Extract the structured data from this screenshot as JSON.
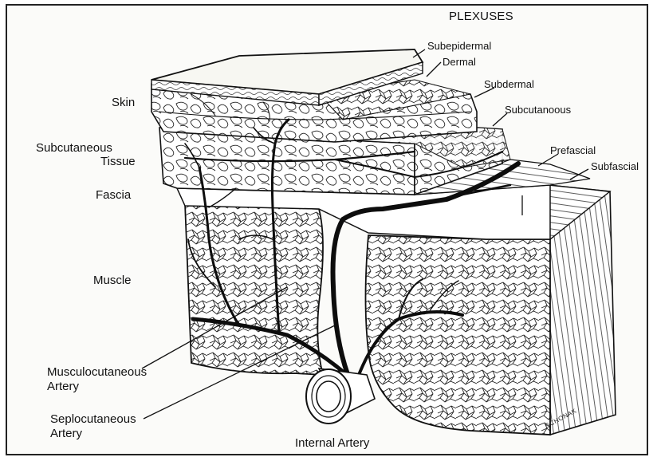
{
  "title": "PLEXUSES",
  "plexus_labels": {
    "subepidermal": "Subepidermal",
    "dermal": "Dermal",
    "subdermal": "Subdermal",
    "subcutaneous": "Subcutanoous",
    "prefascial": "Prefascial",
    "subfascial": "Subfascial"
  },
  "layer_labels": {
    "skin": "Skin",
    "subcutaneous_line1": "Subcutaneous",
    "subcutaneous_line2": "Tissue",
    "fascia": "Fascia",
    "muscle": "Muscle"
  },
  "artery_labels": {
    "musculocutaneous_line1": "Musculocutaneous",
    "musculocutaneous_line2": "Artery",
    "septocutaneous_line1": "Seplocutaneous",
    "septocutaneous_line2": "Artery",
    "internal": "Internal Artery"
  },
  "signature": "SCHONAK",
  "colors": {
    "ink": "#111111",
    "paper": "#fbfbf9",
    "fill": "#ffffff",
    "shade": "#e9e9e4"
  }
}
